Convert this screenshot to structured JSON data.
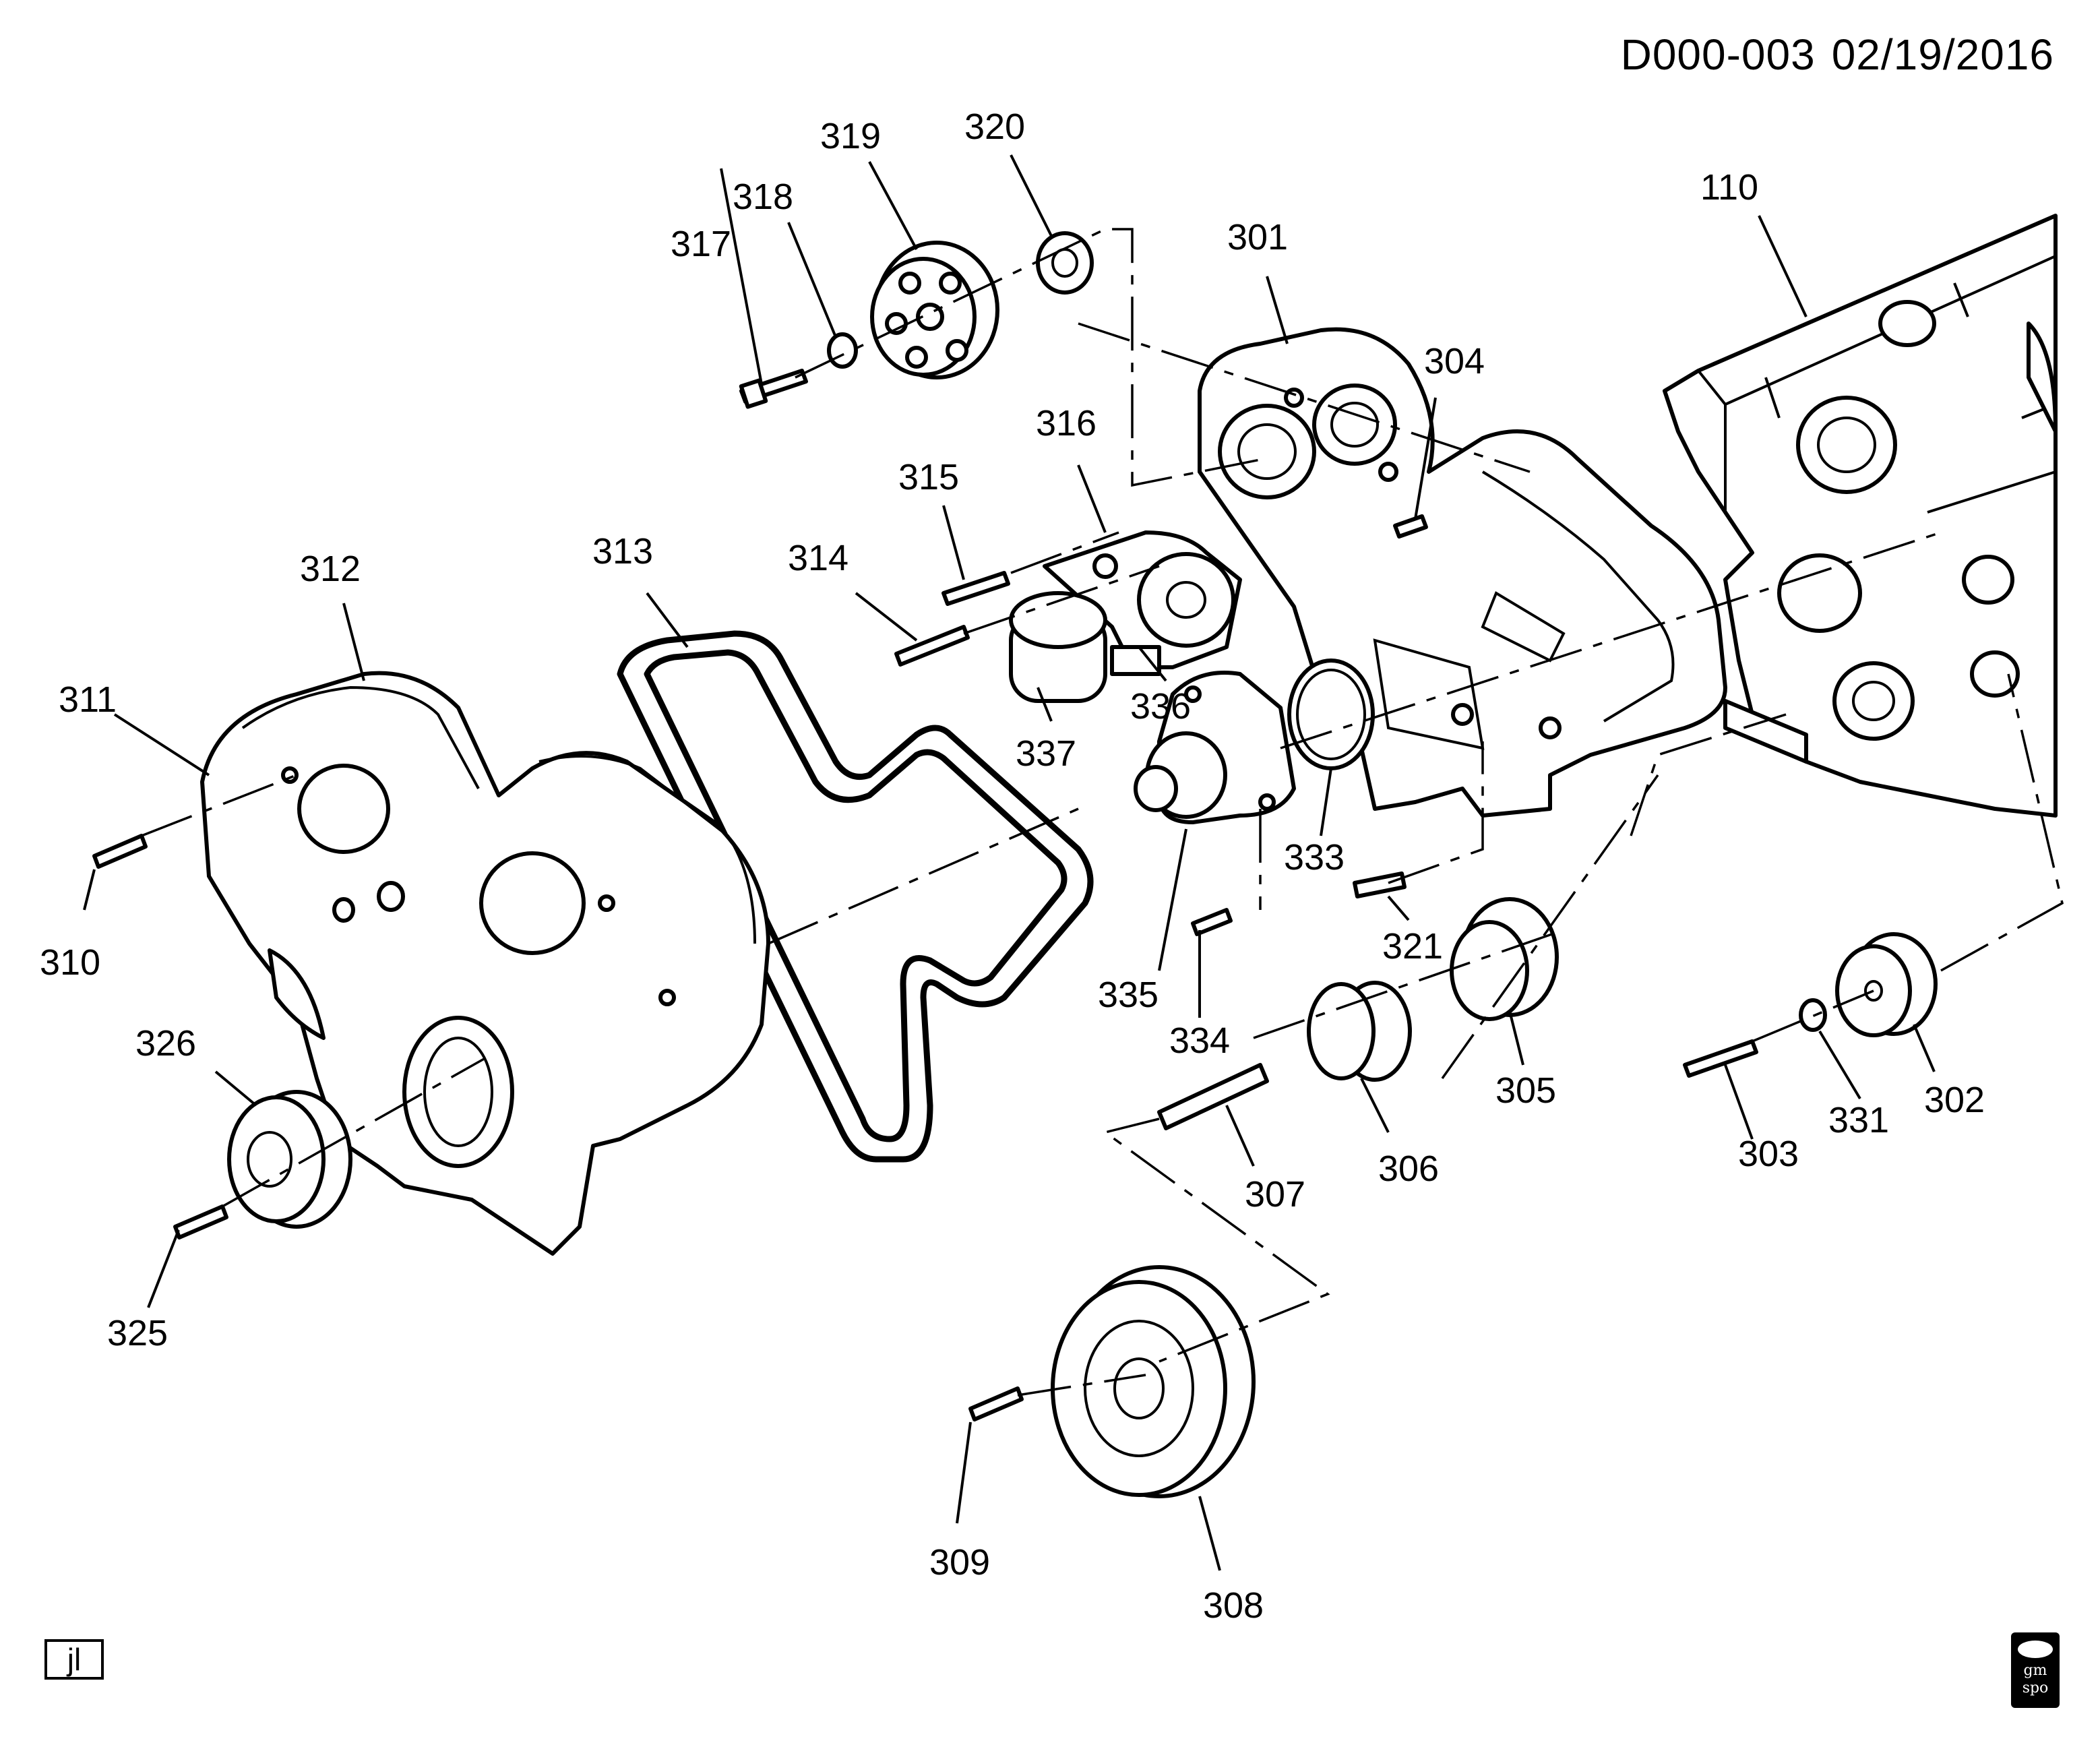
{
  "header": {
    "code": "D000-003",
    "date": "02/19/2016"
  },
  "corner_tag": "jl",
  "logo_text": "gm spo",
  "callouts": {
    "c110": "110",
    "c301": "301",
    "c302": "302",
    "c303": "303",
    "c304": "304",
    "c305": "305",
    "c306": "306",
    "c307": "307",
    "c308": "308",
    "c309": "309",
    "c310": "310",
    "c311": "311",
    "c312": "312",
    "c313": "313",
    "c314": "314",
    "c315": "315",
    "c316": "316",
    "c317": "317",
    "c318": "318",
    "c319": "319",
    "c320": "320",
    "c321": "321",
    "c325": "325",
    "c326": "326",
    "c331": "331",
    "c333": "333",
    "c334": "334",
    "c335": "335",
    "c336": "336",
    "c337": "337"
  }
}
